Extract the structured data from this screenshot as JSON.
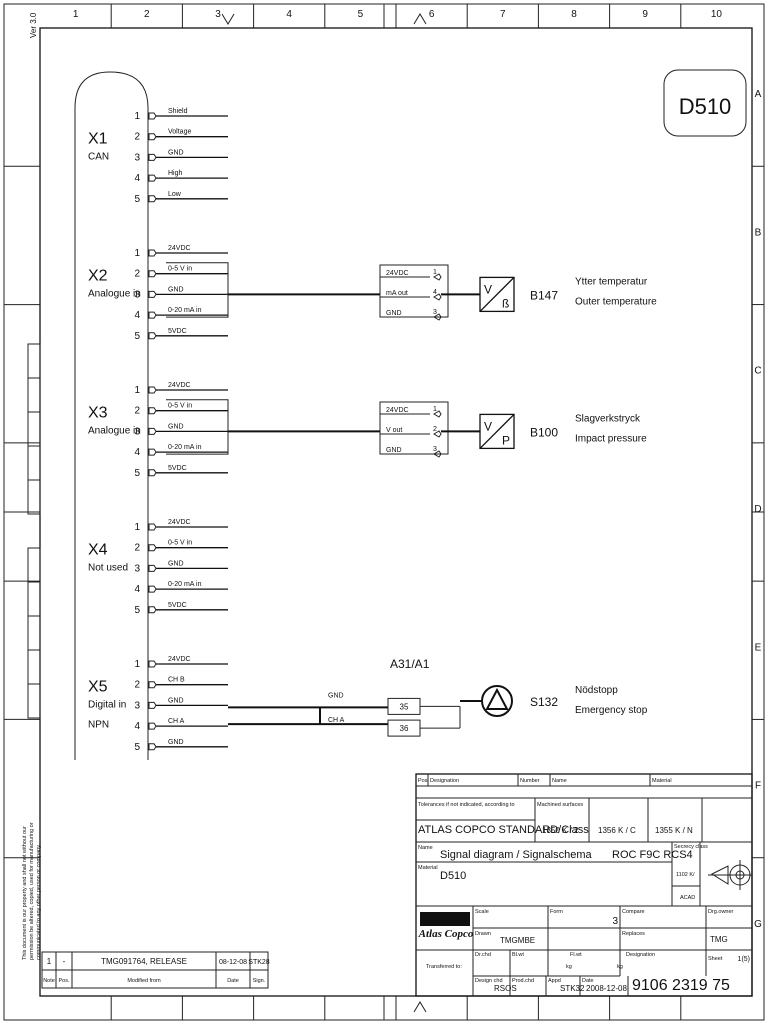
{
  "frame": {
    "cols": [
      "1",
      "2",
      "3",
      "4",
      "5",
      "6",
      "7",
      "8",
      "9",
      "10"
    ],
    "rows": [
      "A",
      "B",
      "C",
      "D",
      "E",
      "F",
      "G"
    ],
    "version": "Ver 3.0"
  },
  "sheet_id": "D510",
  "connectors": [
    {
      "tag": "X1",
      "sub": [
        "CAN"
      ],
      "pins": [
        "1",
        "2",
        "3",
        "4",
        "5"
      ],
      "labels": [
        "Shield",
        "Voltage",
        "GND",
        "High",
        "Low"
      ]
    },
    {
      "tag": "X2",
      "sub": [
        "Analogue in"
      ],
      "pins": [
        "1",
        "2",
        "3",
        "4",
        "5"
      ],
      "labels": [
        "24VDC",
        "0-5 V in",
        "GND",
        "0-20 mA in",
        "5VDC"
      ]
    },
    {
      "tag": "X3",
      "sub": [
        "Analogue in"
      ],
      "pins": [
        "1",
        "2",
        "3",
        "4",
        "5"
      ],
      "labels": [
        "24VDC",
        "0-5 V in",
        "GND",
        "0-20 mA in",
        "5VDC"
      ]
    },
    {
      "tag": "X4",
      "sub": [
        "Not used"
      ],
      "pins": [
        "1",
        "2",
        "3",
        "4",
        "5"
      ],
      "labels": [
        "24VDC",
        "0-5 V in",
        "GND",
        "0-20 mA in",
        "5VDC"
      ]
    },
    {
      "tag": "X5",
      "sub": [
        "Digital in",
        "NPN"
      ],
      "pins": [
        "1",
        "2",
        "3",
        "4",
        "5"
      ],
      "labels": [
        "24VDC",
        "CH B",
        "GND",
        "CH A",
        "GND"
      ]
    }
  ],
  "sensors": [
    {
      "box_labels": [
        "24VDC",
        "mA out",
        "GND"
      ],
      "pins": [
        "1",
        "4",
        "3"
      ],
      "symbol": "V / ß",
      "sym_left": "V",
      "sym_right": "ß",
      "tag": "B147",
      "name_se": "Ytter temperatur",
      "name_en": "Outer temperature"
    },
    {
      "box_labels": [
        "24VDC",
        "V out",
        "GND"
      ],
      "pins": [
        "1",
        "2",
        "3"
      ],
      "symbol": "V / P",
      "sym_left": "V",
      "sym_right": "P",
      "tag": "B100",
      "name_se": "Slagverkstryck",
      "name_en": "Impact pressure"
    }
  ],
  "estop": {
    "module": "A31/A1",
    "wires": [
      "GND",
      "CH A"
    ],
    "terminals": [
      "35",
      "36"
    ],
    "tag": "S132",
    "name_se": "Nödstopp",
    "name_en": "Emergency stop"
  },
  "title_block": {
    "h_pos": "Pos",
    "h_designation": "Designation",
    "h_number": "Number",
    "h_name": "Name",
    "h_material": "Material",
    "h_tolerances": "Tolerances if not indicated, according to",
    "h_machined": "Machined surfaces",
    "standard": "ATLAS COPCO STANDARD/Class",
    "classes": [
      "1350 K / 2",
      "1356 K / C",
      "1355 K / N"
    ],
    "h_name2": "Name",
    "name": "Signal diagram / Signalschema",
    "model": "ROC F9C RCS4",
    "h_secrecy": "Secrecy class",
    "h_material2": "Material",
    "material": "D510",
    "secrecy1": "1102 K/",
    "secrecy2": "ACAD",
    "logo": "Atlas Copco",
    "h_scale": "Scale",
    "h_form": "Form",
    "form_val": "3",
    "h_compare": "Compare",
    "h_drawnby": "Drawn",
    "drawnby": "TMGMBE",
    "h_replaces": "Replaces",
    "h_drgowner": "Drg.owner",
    "drgowner": "TMG",
    "h_drchd": "Dr.chd",
    "h_bltwt": "Bl.wt",
    "h_flwt": "Fl.wt",
    "kg1": "kg",
    "kg2": "kg",
    "h_designation2": "Designation",
    "h_sheet": "Sheet",
    "sheet_val": "1(5)",
    "h_transferred": "Transferred to:",
    "h_desigchd": "Design chd",
    "desigchd": "RSOS",
    "h_prodchd": "Prod.chd",
    "h_appd": "Appd",
    "appd": "STK32",
    "h_date": "Date",
    "date": "2008-12-08",
    "partno": "9106 2319 75"
  },
  "revision": {
    "note": "1",
    "pos": "-",
    "modified": "TMG091764, RELEASE",
    "date": "08-12-08",
    "sign": "STK28",
    "h_note": "Note",
    "h_pos": "Pos.",
    "h_modified": "Modified from",
    "h_date": "Date",
    "h_sign": "Sign."
  },
  "disclaimer": [
    "This document is our property and shall not without our",
    "permission be altered, copied, used for manufacturing or",
    "communicated to any other person or company."
  ]
}
